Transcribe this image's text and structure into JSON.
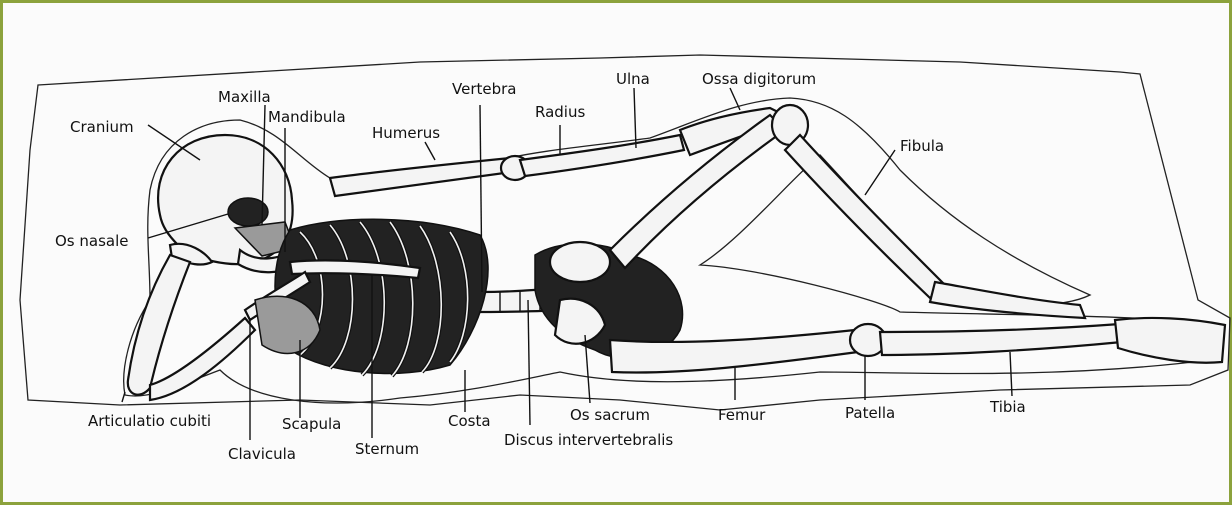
{
  "labels": {
    "cranium": "Cranium",
    "maxilla": "Maxilla",
    "mandibula": "Mandibula",
    "humerus": "Humerus",
    "vertebra": "Vertebra",
    "radius": "Radius",
    "ulna": "Ulna",
    "ossa_digitorum": "Ossa digitorum",
    "fibula": "Fibula",
    "os_nasale": "Os nasale",
    "articulatio_cubiti": "Articulatio cubiti",
    "clavicula": "Clavicula",
    "scapula": "Scapula",
    "sternum": "Sternum",
    "costa": "Costa",
    "os_sacrum": "Os sacrum",
    "discus_intervertebralis": "Discus intervertebralis",
    "femur": "Femur",
    "patella": "Patella",
    "tibia": "Tibia"
  },
  "colors": {
    "frame_border": "#8ca23c",
    "background": "#fbfbfb",
    "ink": "#111111"
  }
}
